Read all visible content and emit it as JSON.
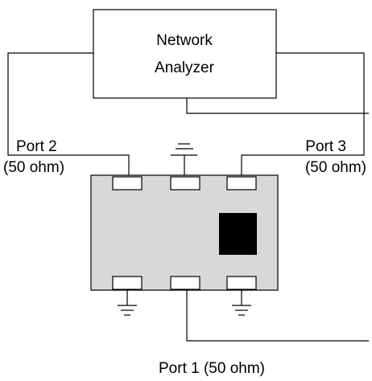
{
  "analyzer": {
    "line1": "Network",
    "line2": "Analyzer"
  },
  "ports": {
    "port2_name": "Port 2",
    "port2_imp": "(50 ohm)",
    "port3_name": "Port 3",
    "port3_imp": "(50 ohm)",
    "port1_label": "Port 1 (50 ohm)"
  },
  "colors": {
    "board_fill": "#d8d8d8",
    "component_fill": "#000000",
    "line": "#000000",
    "background": "#ffffff"
  }
}
